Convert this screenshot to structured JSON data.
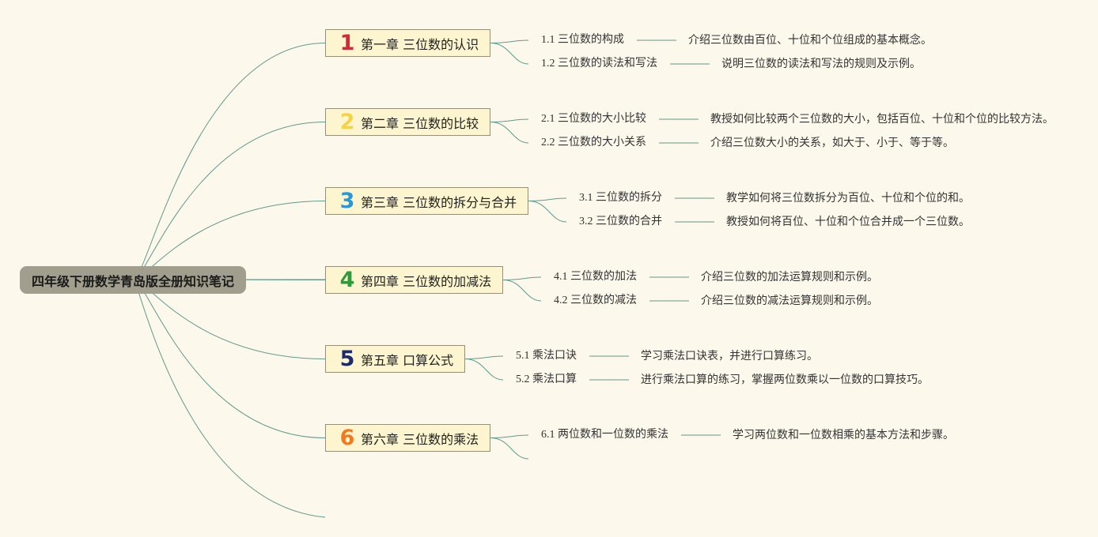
{
  "root": {
    "title": "四年级下册数学青岛版全册知识笔记"
  },
  "colors": {
    "line": "#5f9a8c",
    "chapter_bg": "#fcf5cf",
    "root_bg": "#a29e8d",
    "background": "#fdf8ec"
  },
  "chapters": [
    {
      "number": "1",
      "number_color": "#d32a36",
      "title": "第一章 三位数的认识",
      "topics": [
        {
          "label": "1.1 三位数的构成",
          "desc": "介绍三位数由百位、十位和个位组成的基本概念。"
        },
        {
          "label": "1.2 三位数的读法和写法",
          "desc": "说明三位数的读法和写法的规则及示例。"
        }
      ]
    },
    {
      "number": "2",
      "number_color": "#f2d34a",
      "title": "第二章 三位数的比较",
      "topics": [
        {
          "label": "2.1 三位数的大小比较",
          "desc": "教授如何比较两个三位数的大小，包括百位、十位和个位的比较方法。"
        },
        {
          "label": "2.2 三位数的大小关系",
          "desc": "介绍三位数大小的关系，如大于、小于、等于等。"
        }
      ]
    },
    {
      "number": "3",
      "number_color": "#2a97d6",
      "title": "第三章 三位数的拆分与合并",
      "topics": [
        {
          "label": "3.1 三位数的拆分",
          "desc": "教学如何将三位数拆分为百位、十位和个位的和。"
        },
        {
          "label": "3.2 三位数的合并",
          "desc": "教授如何将百位、十位和个位合并成一个三位数。"
        }
      ]
    },
    {
      "number": "4",
      "number_color": "#2e9a3a",
      "title": "第四章 三位数的加减法",
      "topics": [
        {
          "label": "4.1 三位数的加法",
          "desc": "介绍三位数的加法运算规则和示例。"
        },
        {
          "label": "4.2 三位数的减法",
          "desc": "介绍三位数的减法运算规则和示例。"
        }
      ]
    },
    {
      "number": "5",
      "number_color": "#1d2a6e",
      "title": "第五章 口算公式",
      "topics": [
        {
          "label": "5.1 乘法口诀",
          "desc": "学习乘法口诀表，并进行口算练习。"
        },
        {
          "label": "5.2 乘法口算",
          "desc": "进行乘法口算的练习，掌握两位数乘以一位数的口算技巧。"
        }
      ]
    },
    {
      "number": "6",
      "number_color": "#ef7a22",
      "title": "第六章 三位数的乘法",
      "topics": [
        {
          "label": "6.1 两位数和一位数的乘法",
          "desc": "学习两位数和一位数相乘的基本方法和步骤。"
        },
        {
          "label": "",
          "desc": ""
        }
      ]
    }
  ]
}
